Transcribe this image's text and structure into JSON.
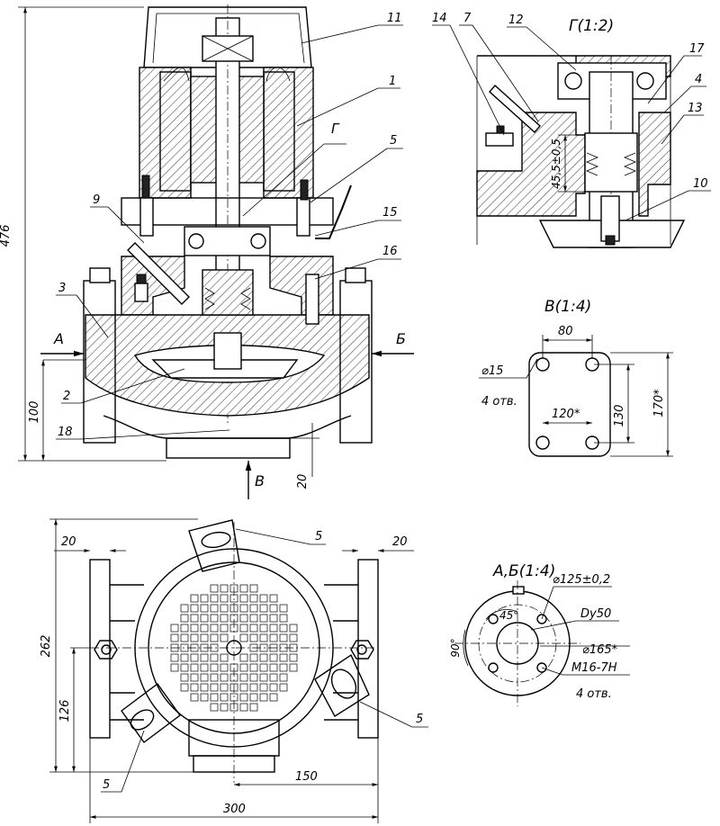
{
  "views": {
    "section_g": {
      "title": "Г(1:2)"
    },
    "detail_v": {
      "title": "В(1:4)"
    },
    "flange_ab": {
      "title": "А,Б(1:4)"
    }
  },
  "callouts": {
    "c1": "1",
    "c2": "2",
    "c3": "3",
    "c4": "4",
    "c5": "5",
    "c7": "7",
    "c9": "9",
    "c10": "10",
    "c11": "11",
    "c12": "12",
    "c13": "13",
    "c14": "14",
    "c15": "15",
    "c16": "16",
    "c17": "17",
    "c18": "18",
    "cG": "Г",
    "top5a": "5",
    "top5b": "5",
    "top5c": "5"
  },
  "view_markers": {
    "a": "А",
    "b": "Б",
    "v": "В"
  },
  "dimensions": {
    "height_476": "476",
    "height_100": "100",
    "base_20": "20",
    "sec_45": "45,5±0,5",
    "v_80": "80",
    "v_dia15": "⌀15",
    "v_holes": "4 отв.",
    "v_120": "120*",
    "v_130": "130",
    "v_170": "170*",
    "top_20l": "20",
    "top_20r": "20",
    "top_262": "262",
    "top_126": "126",
    "top_150": "150",
    "top_300": "300",
    "f_125": "⌀125±0,2",
    "f_45": "45°",
    "f_dy": "Dy50",
    "f_90": "90°",
    "f_165": "⌀165*",
    "f_m16": "M16-7H",
    "f_holes": "4 отв."
  }
}
